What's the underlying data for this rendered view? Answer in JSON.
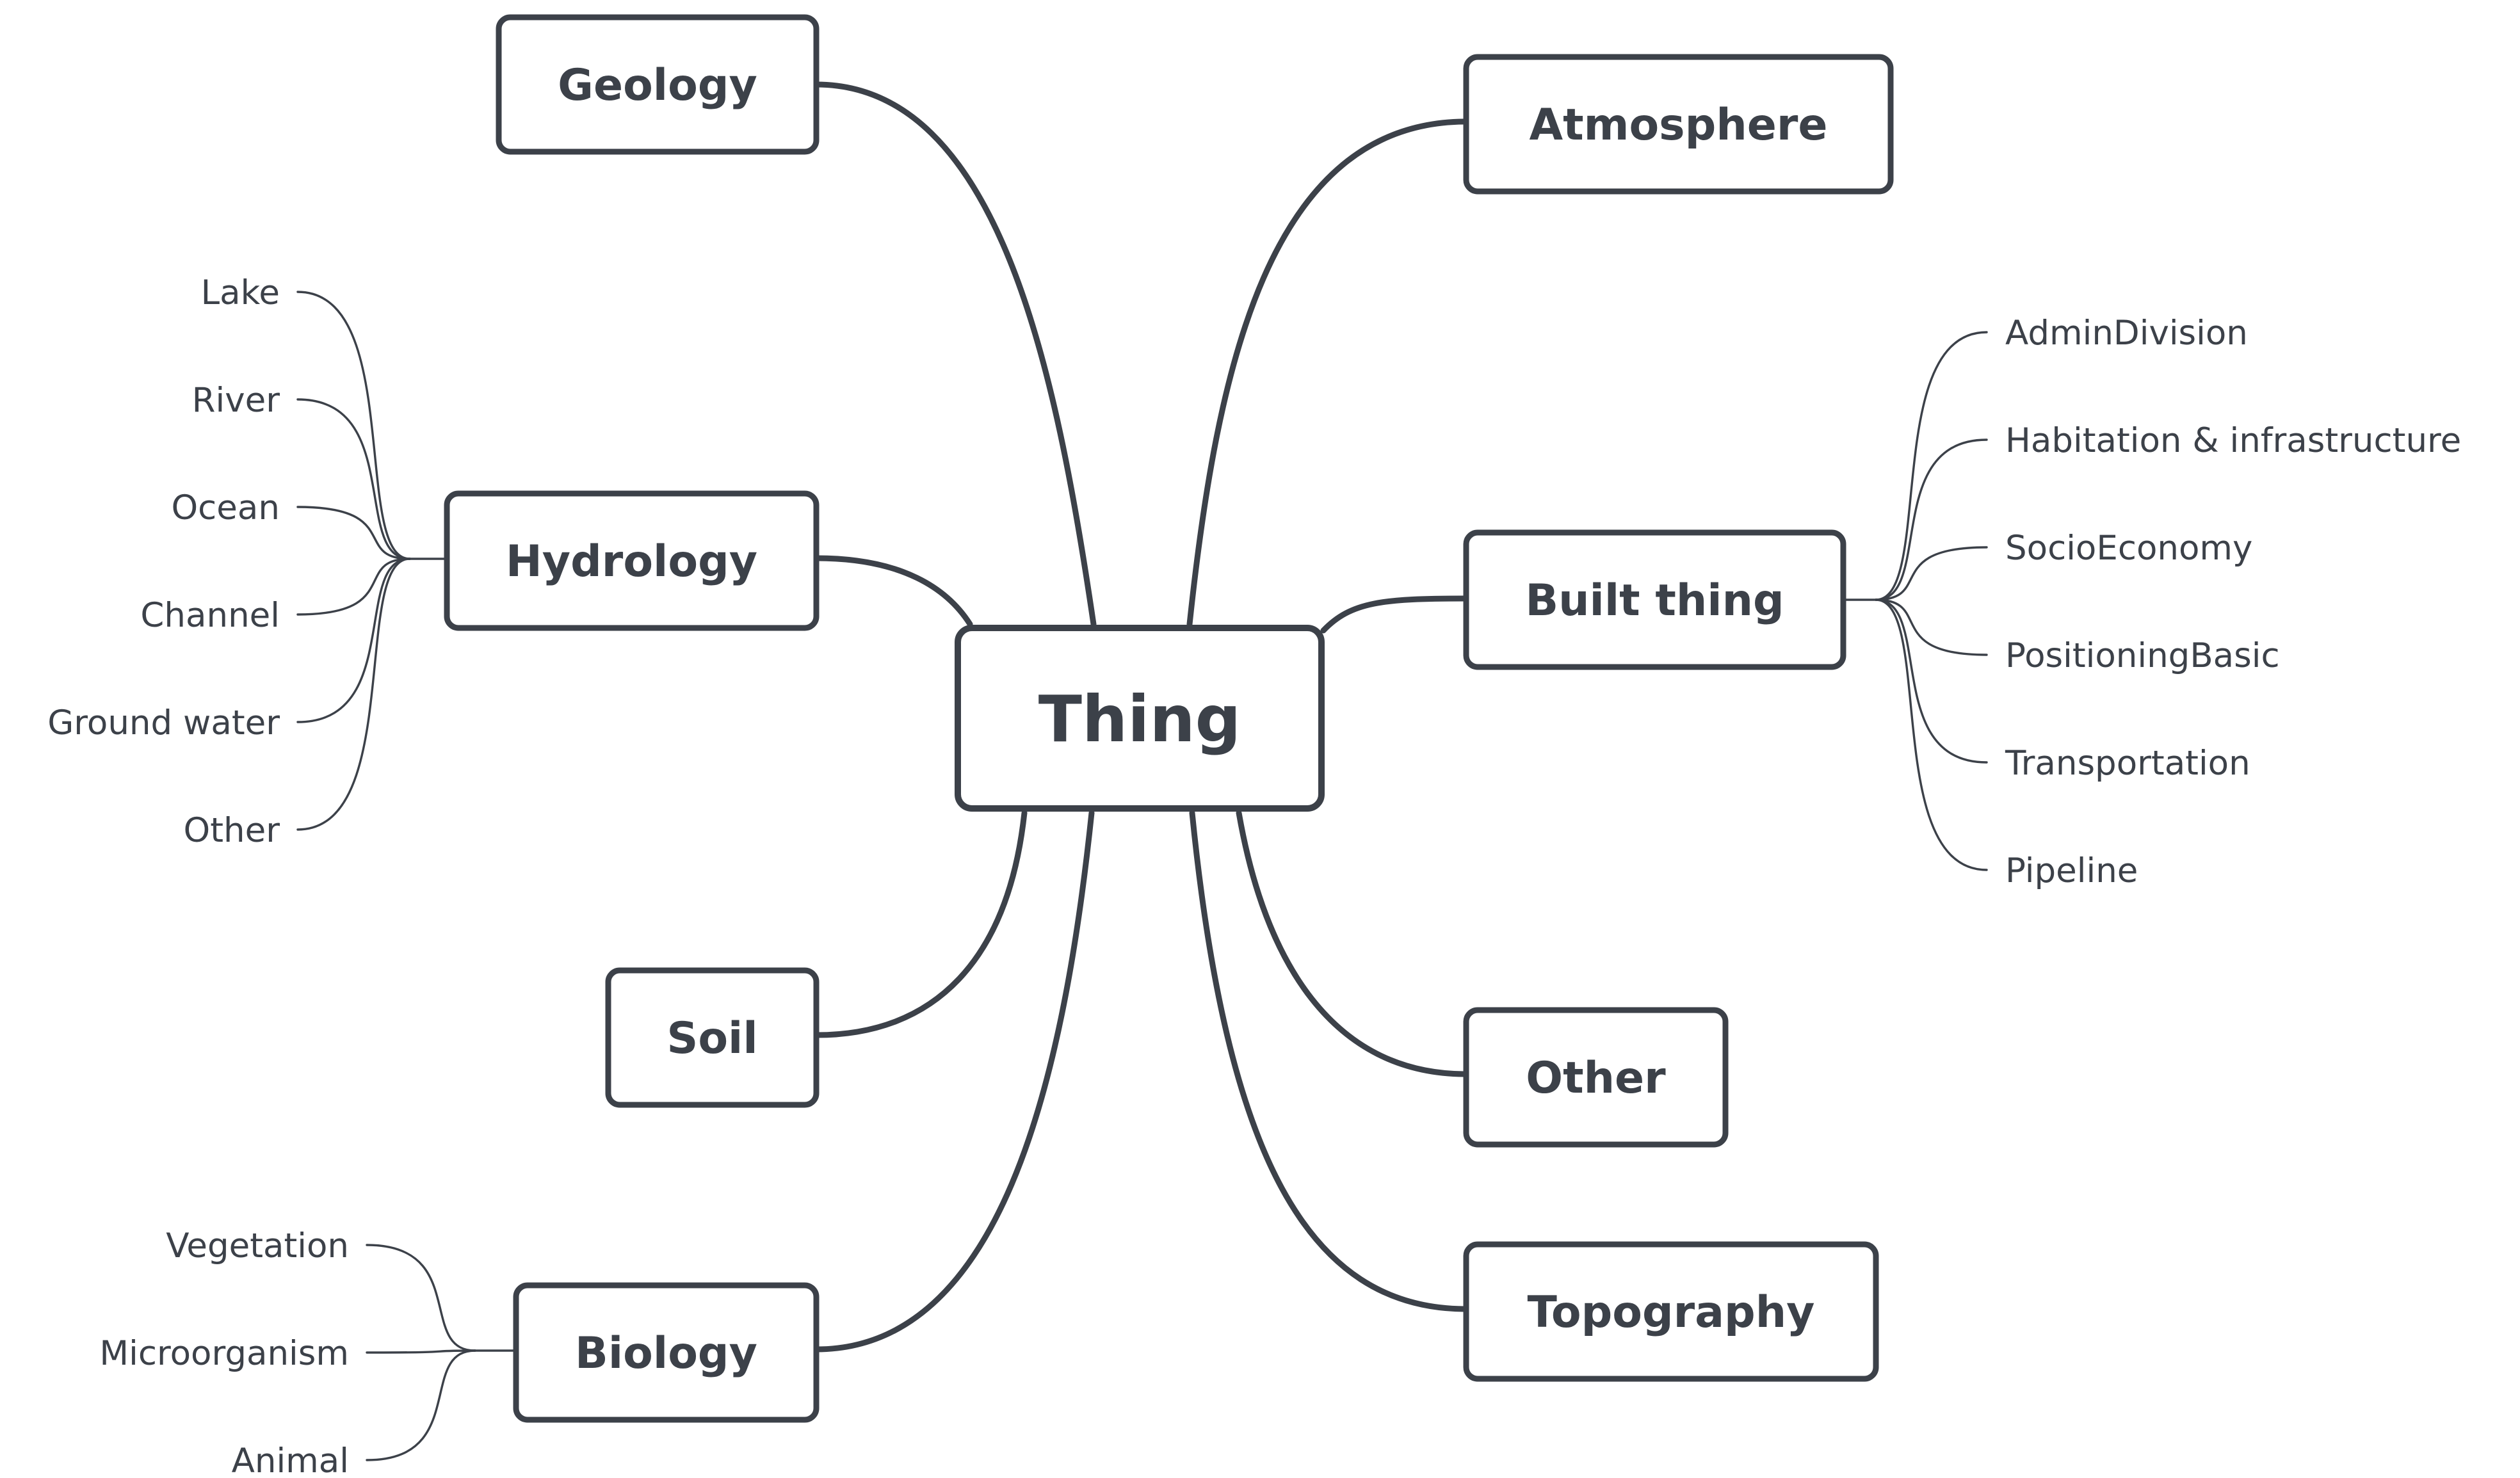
{
  "root": {
    "label": "Thing"
  },
  "branches": [
    {
      "id": "geology",
      "label": "Geology",
      "children": []
    },
    {
      "id": "hydrology",
      "label": "Hydrology",
      "children": [
        "Lake",
        "River",
        "Ocean",
        "Channel",
        "Ground water",
        "Other"
      ]
    },
    {
      "id": "soil",
      "label": "Soil",
      "children": []
    },
    {
      "id": "biology",
      "label": "Biology",
      "children": [
        "Vegetation",
        "Microorganism",
        "Animal"
      ]
    },
    {
      "id": "atmosphere",
      "label": "Atmosphere",
      "children": []
    },
    {
      "id": "built-thing",
      "label": "Built thing",
      "children": [
        "AdminDivision",
        "Habitation & infrastructure",
        "SocioEconomy",
        "PositioningBasic",
        "Transportation",
        "Pipeline"
      ]
    },
    {
      "id": "other",
      "label": "Other",
      "children": []
    },
    {
      "id": "topography",
      "label": "Topography",
      "children": []
    }
  ],
  "colors": {
    "stroke": "#3c4149",
    "text": "#3c4149",
    "background": "#ffffff"
  }
}
